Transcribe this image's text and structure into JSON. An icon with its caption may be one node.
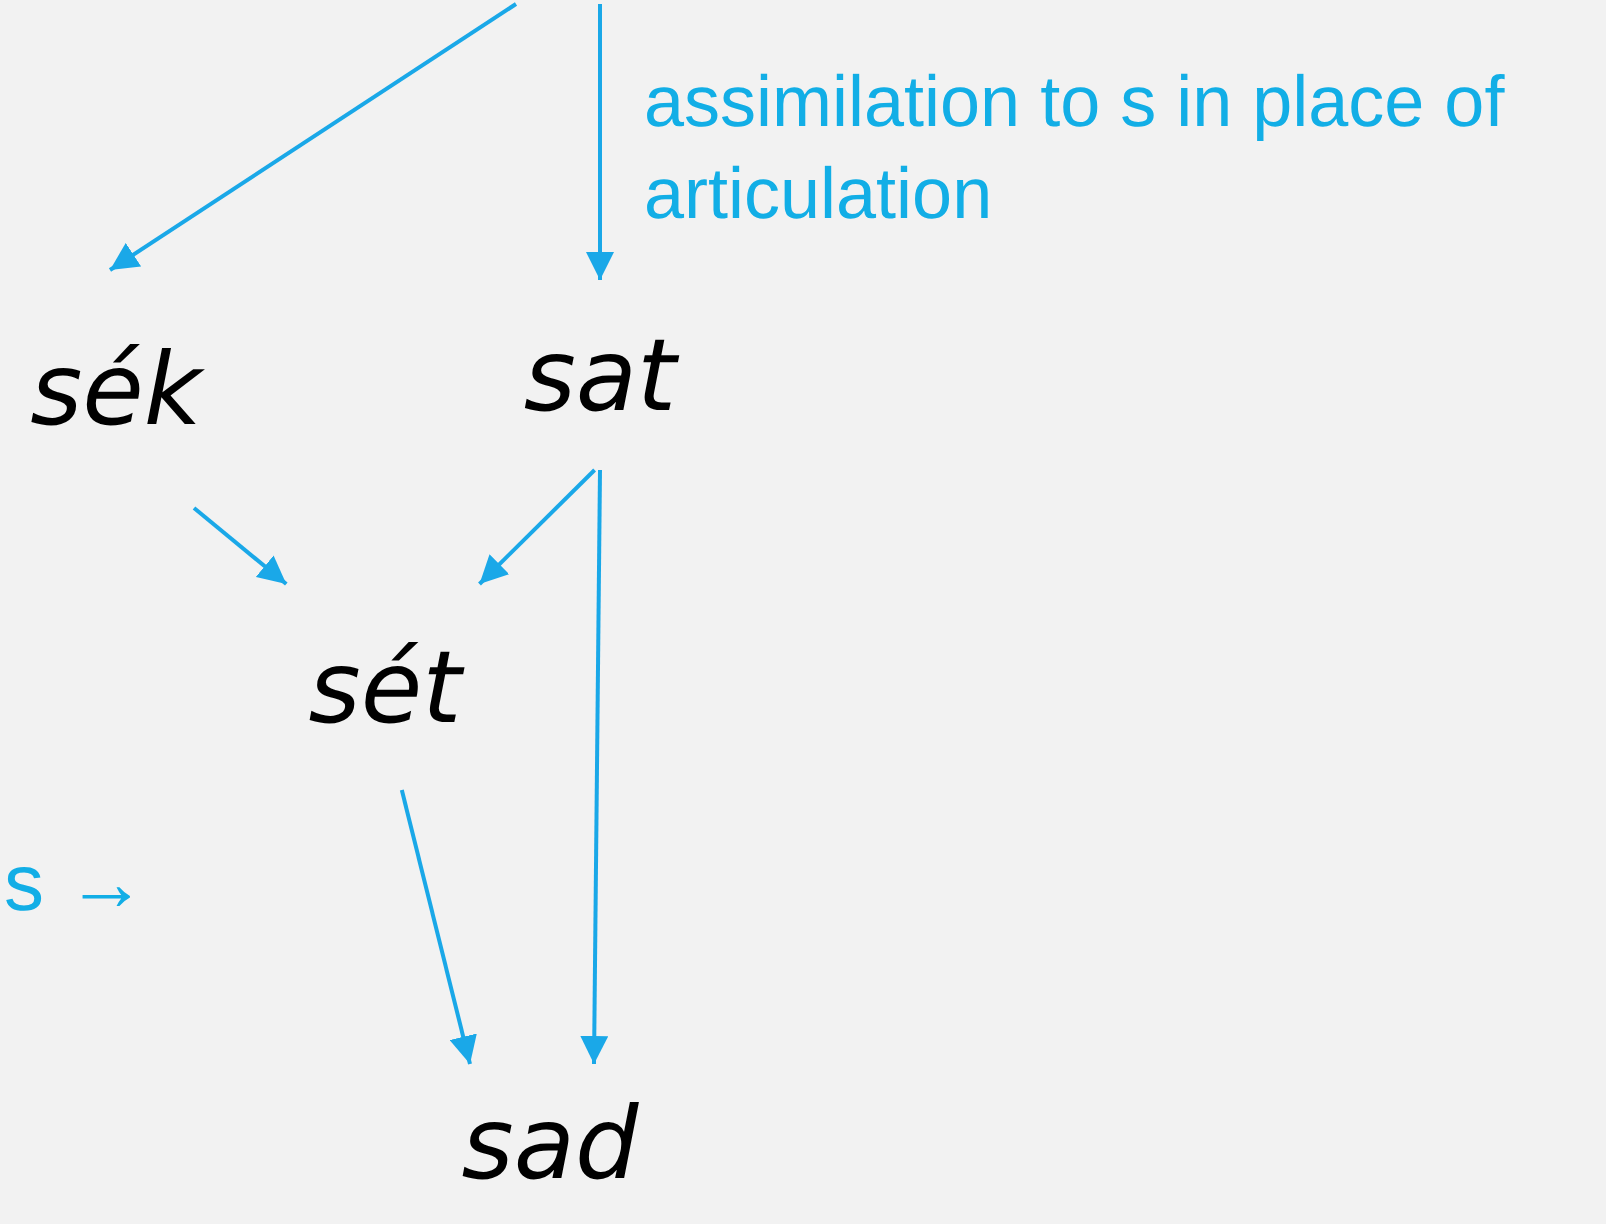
{
  "diagram": {
    "nodes": [
      {
        "text": [
          "sék"
        ]
      },
      {
        "text": [
          "sat"
        ]
      },
      {
        "text": [
          "sét"
        ]
      },
      {
        "text": [
          "sad"
        ]
      }
    ],
    "edges": [
      {
        "from": null,
        "to": 0,
        "arrow": "to"
      },
      {
        "from": null,
        "to": 1,
        "arrow": "to",
        "label": "assimilation to s in place of articulation"
      },
      {
        "from": 0,
        "to": 2,
        "arrow": "to"
      },
      {
        "from": 1,
        "to": 2,
        "arrow": "to"
      },
      {
        "from": 2,
        "to": 3,
        "arrow": "to"
      },
      {
        "from": 1,
        "to": 3,
        "arrow": "to"
      }
    ],
    "labels": [
      "s →"
    ]
  }
}
